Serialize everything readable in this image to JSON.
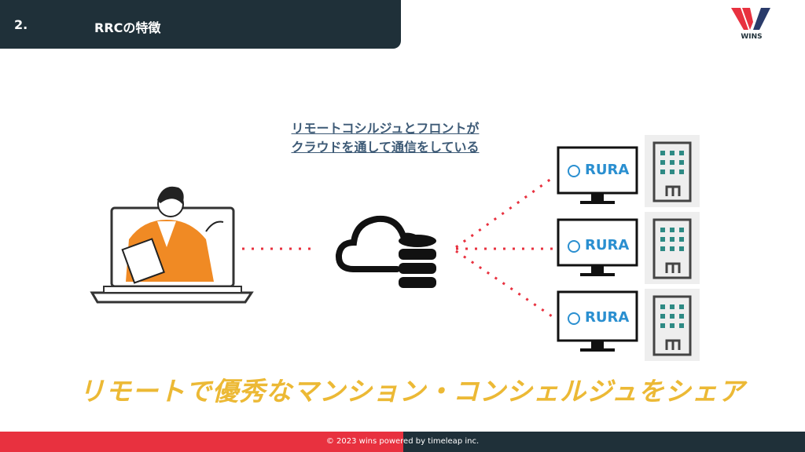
{
  "header": {
    "section_number": "2.",
    "title": "RRCの特徴"
  },
  "logo": {
    "text": "WINS"
  },
  "caption": {
    "line1": "リモートコシルジュとフロントが",
    "line2": "クラウドを通して通信をしている"
  },
  "monitors": [
    {
      "label": "RURA"
    },
    {
      "label": "RURA"
    },
    {
      "label": "RURA"
    }
  ],
  "tagline": "リモートで優秀なマンション・コンシェルジュをシェア",
  "footer": {
    "copyright": "© 2023  wins powered by timeleap inc."
  },
  "colors": {
    "dark": "#1f3039",
    "red": "#e8313f",
    "yellow": "#ecb935",
    "rura": "#2a8fd0"
  }
}
